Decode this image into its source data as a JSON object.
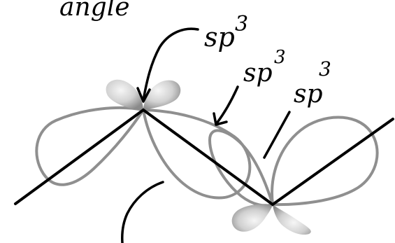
{
  "labels": {
    "angle": "angle",
    "sp3_top": "sp",
    "sp3_top_sup": "3",
    "sp3_middle": "sp",
    "sp3_middle_sup": "3",
    "sp3_right": "sp",
    "sp3_right_sup": "3"
  },
  "colors": {
    "bond_line": "#000000",
    "orbital_outline": "#8f8f8f",
    "small_lobe_light": "#f4f4f4",
    "small_lobe_dark": "#8a8a8a"
  }
}
